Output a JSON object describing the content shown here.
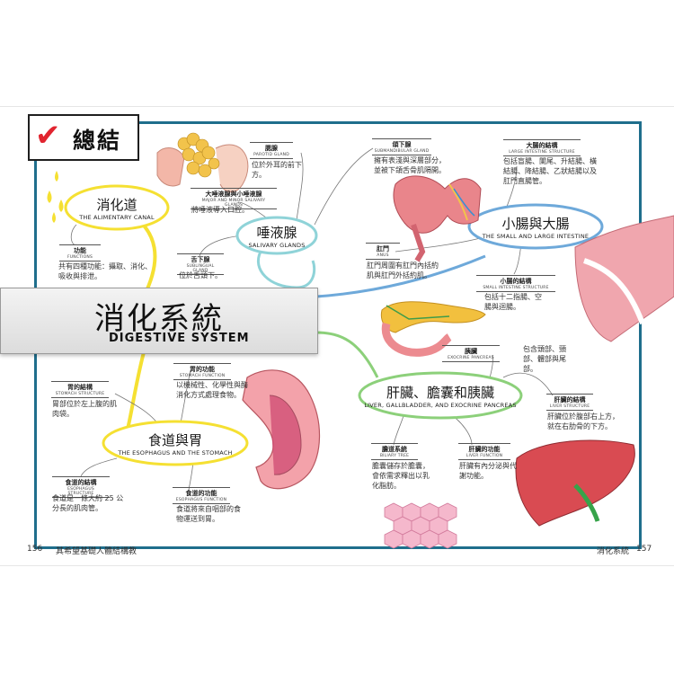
{
  "summary": {
    "check": "✔",
    "title": "總結"
  },
  "banner": {
    "title": "消化系統",
    "subtitle": "DIGESTIVE SYSTEM"
  },
  "nodes": {
    "alimentary": {
      "title": "消化道",
      "subtitle": "THE ALIMENTARY CANAL"
    },
    "salivary": {
      "title": "唾液腺",
      "subtitle": "SALIVARY GLANDS"
    },
    "intestine": {
      "title": "小腸與大腸",
      "subtitle": "THE SMALL AND LARGE INTESTINE"
    },
    "liver": {
      "title": "肝臟、膽囊和胰臟",
      "subtitle": "LIVER, GALLBLADDER, AND EXOCRINE PANCREAS"
    },
    "stomach": {
      "title": "食道與胃",
      "subtitle": "THE ESOPHAGUS AND THE STOMACH"
    }
  },
  "labels": {
    "functions": {
      "zh": "功能",
      "en": "FUNCTIONS",
      "desc": "共有四種功能：攝取、消化、吸收與排泄。"
    },
    "parotid": {
      "zh": "腮腺",
      "en": "PAROTID GLAND",
      "desc": "位於外耳的前下方。"
    },
    "mandibular": {
      "zh": "大唾液腺與小唾液腺",
      "en": "MAJOR AND MINOR SALIVARY GLANDS",
      "desc": "將唾液導入口腔。"
    },
    "sublingual": {
      "zh": "舌下腺",
      "en": "SUBLINGUAL GLAND",
      "desc": "位於舌頭下。"
    },
    "submandibular": {
      "zh": "頜下腺",
      "en": "SUBMANDIBULAR GLAND",
      "desc": "擁有表淺與深層部分，並被下頜舌骨肌隔開。"
    },
    "large_structure": {
      "zh": "大腸的結構",
      "en": "LARGE INTESTINE STRUCTURE",
      "desc": "包括盲腸、闌尾、升結腸、橫結腸、降結腸、乙狀結腸以及肛門直腸管。"
    },
    "anus": {
      "zh": "肛門",
      "en": "ANUS",
      "desc": "肛門周圍有肛門內括約肌與肛門外括約肌。"
    },
    "small_structure": {
      "zh": "小腸的結構",
      "en": "SMALL INTESTINE STRUCTURE",
      "desc": "包括十二指腸、空腸與迴腸。"
    },
    "pancreas": {
      "zh": "胰臟",
      "en": "EXOCRINE PANCREAS",
      "desc": "包含頭部、頸部、體部與尾部。"
    },
    "liver_structure": {
      "zh": "肝臟的結構",
      "en": "LIVER STRUCTURE",
      "desc": "肝臟位於腹部右上方，就在右肋骨的下方。"
    },
    "biliary": {
      "zh": "膽道系統",
      "en": "BILIARY TREE",
      "desc": "膽囊儲存於膽囊，會依需求釋出以乳化脂肪。"
    },
    "liver_function": {
      "zh": "肝臟的功能",
      "en": "LIVER FUNCTION",
      "desc": "肝臟有內分泌與代謝功能。"
    },
    "stomach_structure": {
      "zh": "胃的結構",
      "en": "STOMACH STRUCTURE",
      "desc": "胃部位於左上腹的肌肉袋。"
    },
    "stomach_function": {
      "zh": "胃的功能",
      "en": "STOMACH FUNCTION",
      "desc": "以機械性、化學性與酶消化方式處理食物。"
    },
    "esophagus_structure": {
      "zh": "食道的結構",
      "en": "ESOPHAGUS STRUCTURE",
      "desc": "食道是一條大約 25 公分長的肌肉管。"
    },
    "esophagus_function": {
      "zh": "食道的功能",
      "en": "ESOPHAGUS FUNCTION",
      "desc": "食道將來自咽部的食物運送到胃。"
    }
  },
  "folio": {
    "left_number": "156",
    "left_title": "其希望基礎人體結構教",
    "right_title": "消化系統",
    "right_number": "157"
  },
  "colors": {
    "frame": "#1f6e8c",
    "yellow": "#f5e032",
    "teal": "#8fd3d8",
    "green": "#8cd07a",
    "blue": "#6ea9da",
    "check": "#e1242f"
  },
  "icons": [
    "checkmark-icon",
    "ear-illustration",
    "salivary-gland-illustration",
    "large-intestine-illustration",
    "intestine-wall-illustration",
    "pancreas-illustration",
    "stomach-illustration",
    "liver-illustration",
    "hepatocyte-illustration",
    "droplet-icon"
  ]
}
